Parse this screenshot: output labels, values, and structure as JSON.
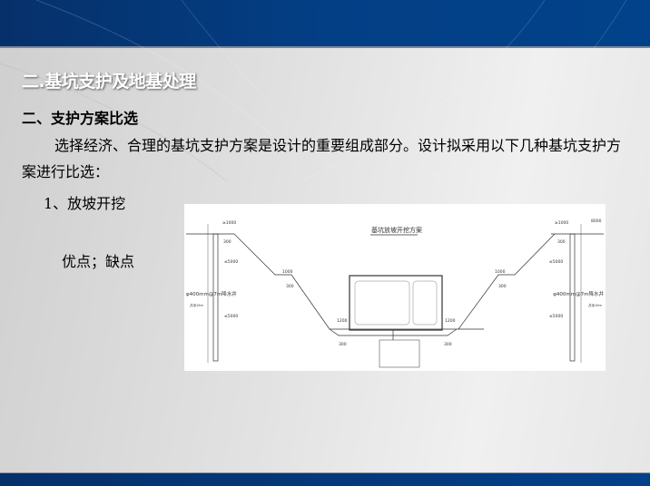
{
  "slide": {
    "title": "二.基坑支护及地基处理",
    "subtitle": "二、支护方案比选",
    "paragraph": "选择经济、合理的基坑支护方案是设计的重要组成部分。设计拟采用以下几种基坑支护方案进行比选：",
    "item": "1、放坡开挖",
    "pros_cons": "优点；缺点"
  },
  "drawing": {
    "title": "基坑放坡开挖方案",
    "labels": {
      "top_left_dim": "≥1000",
      "top_right_dim": "≥1000",
      "far_right_dim": "8000",
      "ditch_left": "300",
      "ditch_right": "300",
      "berm_left": "1000",
      "berm_right": "1000",
      "berm_ditch_left": "300",
      "berm_ditch_right": "300",
      "height_upper_left": "≤5000",
      "height_lower_left": "≤5000",
      "height_upper_right": "≤5000",
      "height_lower_right": "≤5000",
      "bottom_left": "1200",
      "bottom_right": "1200",
      "bottom_ditch_left": "300",
      "bottom_ditch_right": "300",
      "well_left": "φ400mm@7m降水井",
      "well_right": "φ400mm@7m降水井",
      "depth_left": "井深19m",
      "depth_right": "井深19m"
    }
  }
}
